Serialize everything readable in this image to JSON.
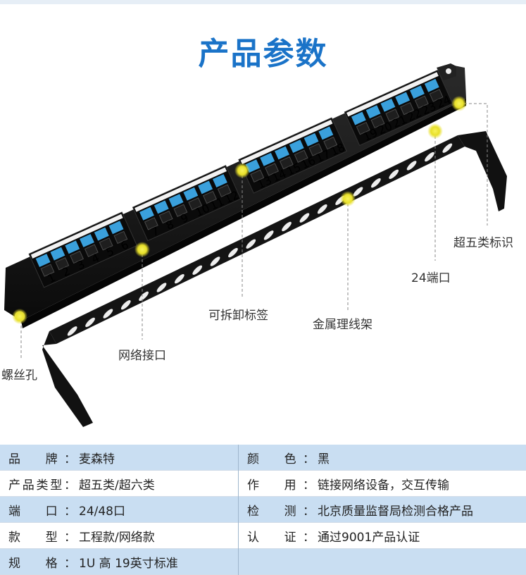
{
  "title": "产品参数",
  "panel": {
    "port_labels": [
      "1",
      "2",
      "3",
      "4",
      "5",
      "6",
      "7",
      "8",
      "9",
      "10",
      "11",
      "12",
      "13",
      "14",
      "15",
      "16",
      "17",
      "18",
      "19",
      "20",
      "21",
      "22",
      "23",
      "24"
    ]
  },
  "callouts": {
    "cat5e_mark": "超五类标识",
    "ports_24": "24端口",
    "removable_label": "可拆卸标签",
    "metal_cable_manager": "金属理线架",
    "network_interface": "网络接口",
    "screw_hole": "螺丝孔"
  },
  "specs": [
    {
      "left_label": "品　牌：",
      "left_value": "麦森特",
      "right_label": "颜　色：",
      "right_value": "黑"
    },
    {
      "left_label": "产品类型：",
      "left_value": "超五类/超六类",
      "right_label": "作　用：",
      "right_value": "链接网络设备，交互传输"
    },
    {
      "left_label": "端　口：",
      "left_value": "24/48口",
      "right_label": "检　测：",
      "right_value": "北京质量监督局检测合格产品"
    },
    {
      "left_label": "款　型：",
      "left_value": "工程款/网络款",
      "right_label": "认　证：",
      "right_value": "通过9001产品认证"
    },
    {
      "left_label": "规　格：",
      "left_value": "1U 高 19英寸标准",
      "right_label": "",
      "right_value": ""
    }
  ],
  "colors": {
    "title": "#1a73c8",
    "row_blue": "#c9def2",
    "panel_body": "#161616",
    "keystone_blue": "#3aa0dc",
    "highlight_yellow": "#f2ea2e"
  }
}
